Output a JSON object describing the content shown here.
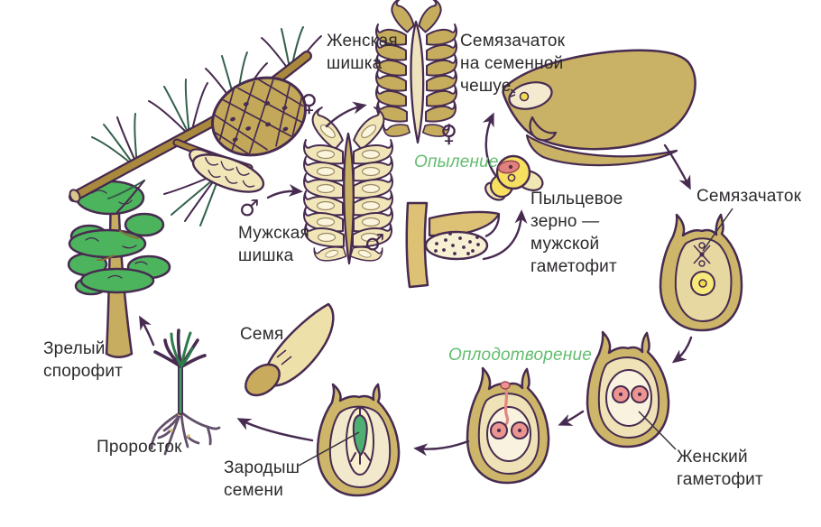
{
  "diagram": {
    "subject": "pine-life-cycle",
    "labels": {
      "female_cone": "Женская шишка",
      "ovule_on_scale": "Семязачаток на семенной чешуе",
      "male_cone": "Мужская шишка",
      "pollination": "Опыление",
      "pollen_grain": "Пыльцевое зерно — мужской гаметофит",
      "ovule": "Семязачаток",
      "fertilization": "Оплодотворение",
      "female_gametophyte": "Женский гаметофит",
      "seed_embryo": "Зародыш семени",
      "seed": "Семя",
      "seedling": "Проросток",
      "mature_sporophyte": "Зрелый спорофит"
    },
    "symbols": {
      "female": "♀",
      "male": "♂"
    },
    "colors": {
      "outline": "#472b50",
      "khaki": "#c9b265",
      "pale_scale": "#f1e6b8",
      "cream": "#f6eed8",
      "yellow": "#f7e060",
      "pink": "#ec9490",
      "foliage_green": "#4db45e",
      "embryo_green": "#4fae72",
      "label_green": "#63bd6f",
      "text": "#2d2a2d"
    }
  }
}
